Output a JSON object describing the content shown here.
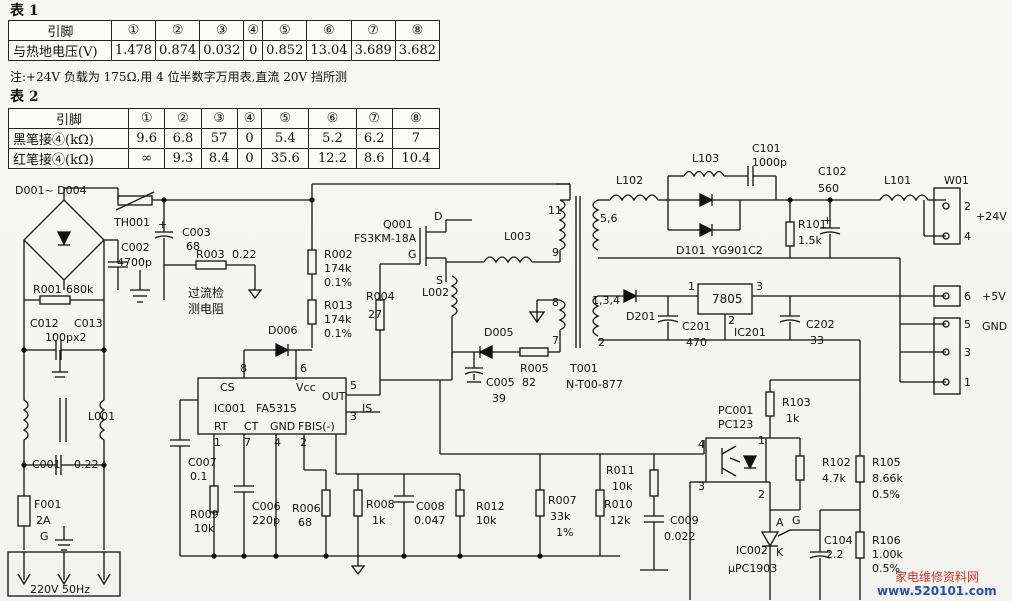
{
  "table1": {
    "caption": "表 1",
    "header_label": "引脚",
    "pins": [
      "①",
      "②",
      "③",
      "④",
      "⑤",
      "⑥",
      "⑦",
      "⑧"
    ],
    "row_label": "与热地电压(V)",
    "values": [
      "1.478",
      "0.874",
      "0.032",
      "0",
      "0.852",
      "13.04",
      "3.689",
      "3.682"
    ]
  },
  "note": "注:+24V 负载为 175Ω,用 4 位半数字万用表,直流 20V 挡所测",
  "table2": {
    "caption": "表 2",
    "header_label": "引脚",
    "pins": [
      "①",
      "②",
      "③",
      "④",
      "⑤",
      "⑥",
      "⑦",
      "⑧"
    ],
    "rows": [
      {
        "label": "黑笔接④(kΩ)",
        "values": [
          "9.6",
          "6.8",
          "57",
          "0",
          "5.4",
          "5.2",
          "6.2",
          "7"
        ]
      },
      {
        "label": "红笔接④(kΩ)",
        "values": [
          "∞",
          "9.3",
          "8.4",
          "0",
          "35.6",
          "12.2",
          "8.6",
          "10.4"
        ]
      }
    ]
  },
  "schematic": {
    "labels": {
      "bridge": "D001~ D004",
      "th001": "TH001",
      "c002": "C002",
      "c002_val": "4700p",
      "c003": "C003",
      "c003_val": "68",
      "r003": "R003",
      "r003_val": "0.22",
      "sense_line1": "过流检",
      "sense_line2": "测电阻",
      "r001": "R001",
      "r001_val": "680k",
      "c012": "C012",
      "c013": "C013",
      "c012_val": "100px2",
      "l001": "L001",
      "c001": "C001",
      "c001_val": "0.22",
      "f001": "F001",
      "f001_val": "2A",
      "g": "G",
      "mains": "220V  50Hz",
      "r002": "R002",
      "r002_val": "174k",
      "r002_tol": "0.1%",
      "r013": "R013",
      "r013_val": "174k",
      "r013_tol": "0.1%",
      "q001": "Q001",
      "q001_part": "FS3KM-18A",
      "q_d": "D",
      "q_g": "G",
      "q_s": "S",
      "r004": "R004",
      "r004_val": "27",
      "d006": "D006",
      "l003": "L003",
      "l002": "L002",
      "d005": "D005",
      "r005": "R005",
      "r005_val": "82",
      "c005": "C005",
      "c005_val": "39",
      "t001": "T001",
      "t001_part": "N-T00-877",
      "ic001": "IC001",
      "ic001_part": "FA5315",
      "pin_cs": "CS",
      "pin_vcc": "Vcc",
      "pin_out": "OUT",
      "pin_is": "IS",
      "pin_rt": "RT",
      "pin_ct": "CT",
      "pin_gnd": "GND",
      "pin_fb": "FB",
      "pin_isn": "IS(-)",
      "c007": "C007",
      "c007_val": "0.1",
      "r009": "R009",
      "r009_val": "10k",
      "c006": "C006",
      "c006_val": "220p",
      "r006": "R006",
      "r006_val": "68",
      "r008": "R008",
      "r008_val": "1k",
      "c008": "C008",
      "c008_val": "0.047",
      "r012": "R012",
      "r012_val": "10k",
      "r007": "R007",
      "r007_val": "33k",
      "r007_tol": "1%",
      "r011": "R011",
      "r011_val": "10k",
      "r010": "R010",
      "r010_val": "12k",
      "c009": "C009",
      "c009_val": "0.022",
      "l102": "L102",
      "l103": "L103",
      "c101": "C101",
      "c101_val": "1000p",
      "c102": "C102",
      "c102_val": "560",
      "l101": "L101",
      "d101": "D101",
      "d101_part": "YG901C2",
      "r101": "R101",
      "r101_val": "1.5k",
      "w01": "W01",
      "out24": "+24V",
      "out5": "+5V",
      "gnd": "GND",
      "d201": "D201",
      "c201": "C201",
      "c201_val": "470",
      "reg": "7805",
      "ic201": "IC201",
      "c202": "C202",
      "c202_val": "33",
      "r103": "R103",
      "r103_val": "1k",
      "pc001": "PC001",
      "pc001_part": "PC123",
      "r102": "R102",
      "r102_val": "4.7k",
      "r105": "R105",
      "r105_val": "8.66k",
      "r105_tol": "0.5%",
      "ic002": "IC002",
      "ic002_part": "μPC1903",
      "c104": "C104",
      "c104_val": "2.2",
      "r106": "R106",
      "r106_val": "1.00k",
      "r106_tol": "0.5%",
      "ref_a": "A",
      "ref_k": "K",
      "ref_g": "G"
    }
  },
  "watermark": {
    "line1": "家电维修资料网",
    "line2": "www.520101.com"
  }
}
